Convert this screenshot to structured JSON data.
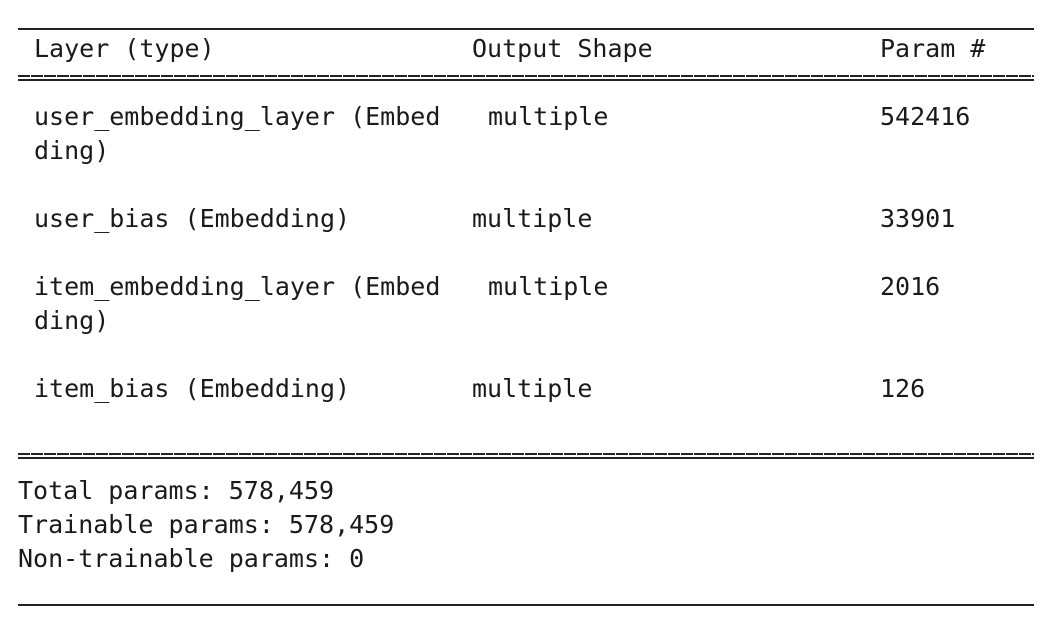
{
  "header": {
    "layer": "Layer (type)",
    "output_shape": "Output Shape",
    "param": "Param #"
  },
  "rows": [
    {
      "layer_line1": "user_embedding_layer (Embed",
      "layer_line2": "ding)",
      "output_shape": "multiple",
      "param": "542416"
    },
    {
      "layer_line1": "user_bias (Embedding)",
      "layer_line2": "",
      "output_shape": "multiple",
      "param": "33901"
    },
    {
      "layer_line1": "item_embedding_layer (Embed",
      "layer_line2": "ding)",
      "output_shape": "multiple",
      "param": "2016"
    },
    {
      "layer_line1": "item_bias (Embedding)",
      "layer_line2": "",
      "output_shape": "multiple",
      "param": "126"
    }
  ],
  "totals": {
    "total": "Total params: 578,459",
    "trainable": "Trainable params: 578,459",
    "non_trainable": "Non-trainable params: 0"
  }
}
